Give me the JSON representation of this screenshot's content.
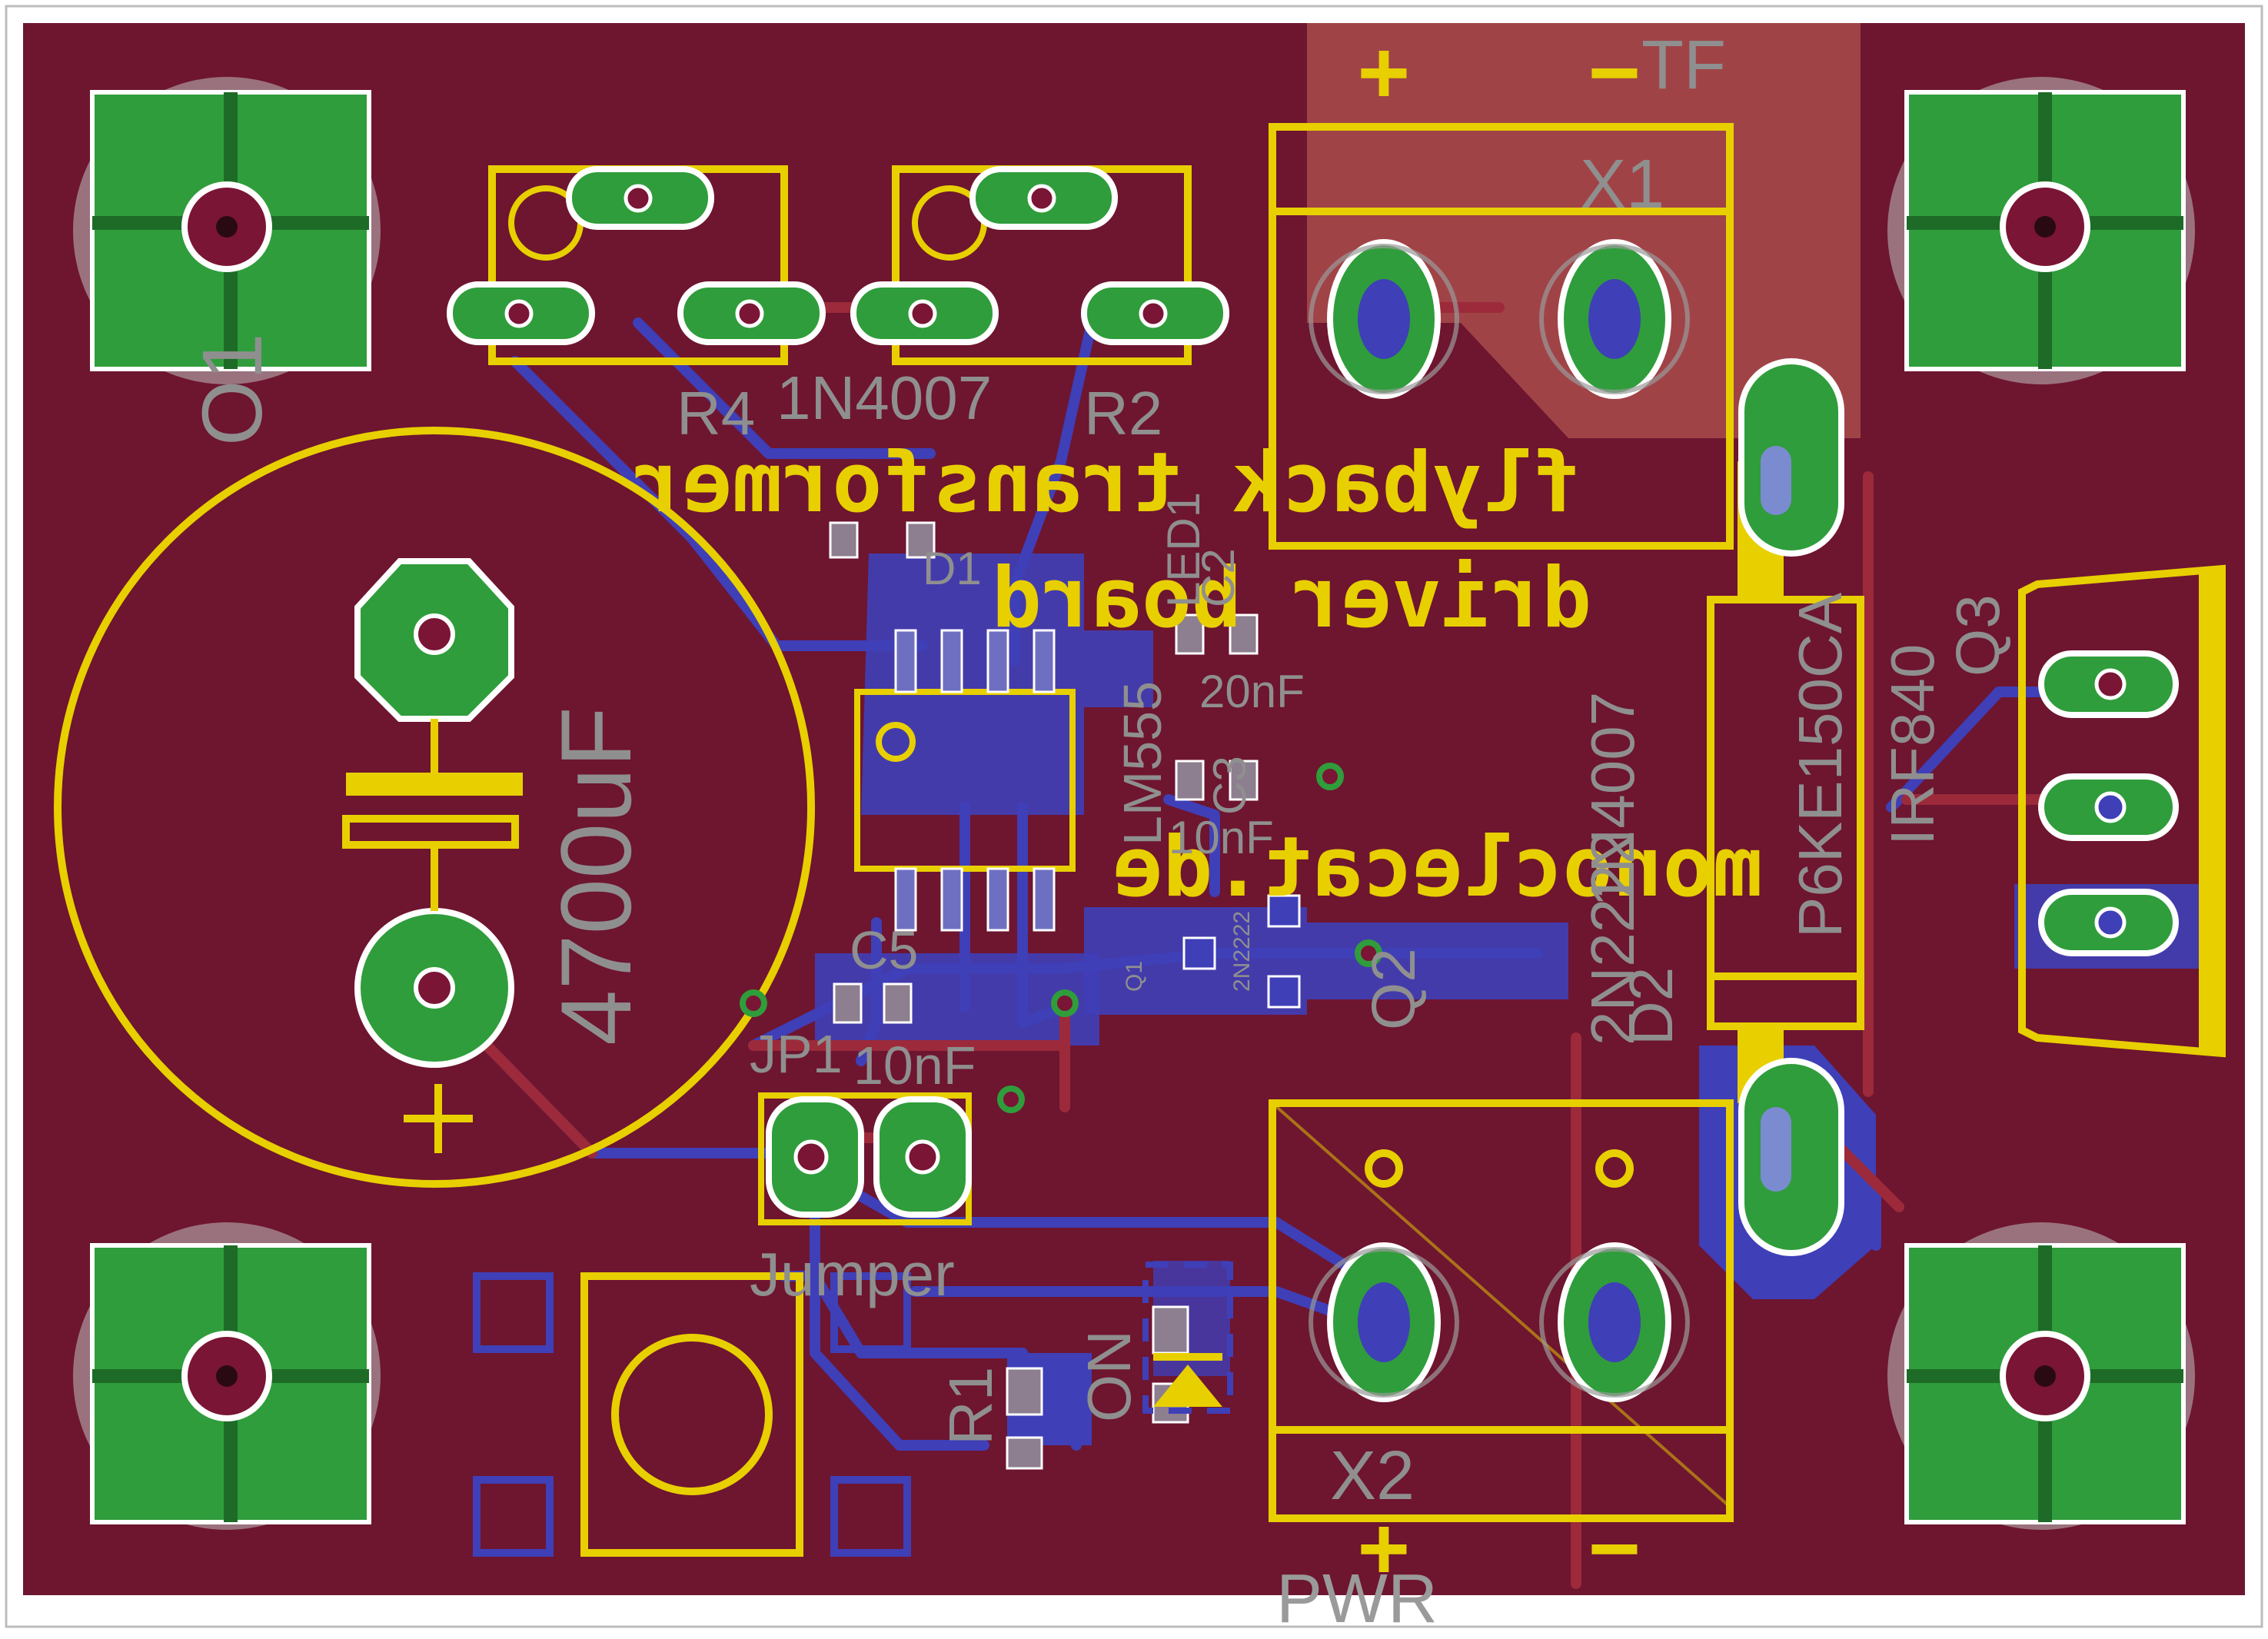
{
  "board": {
    "title_line1": "flyback transformer",
    "title_line2": "driver board",
    "website": "monoclecat.de"
  },
  "labels": {
    "x1": "X1",
    "x2": "X2",
    "plus": "+",
    "minus": "−",
    "tf": "TF",
    "pwr": "PWR",
    "r4": "R4",
    "r2": "R2",
    "r1": "R1",
    "diode_1n4007": "1N4007",
    "cap_4700": "4700uF",
    "o1": "O1",
    "jp1": "JP1",
    "jumper": "Jumper",
    "c5": "C5",
    "c5_val": "10nF",
    "c2": "C2",
    "c2_val": "20nF",
    "c3": "C3",
    "c3_val": "10nF",
    "lm555": "LM555",
    "q1": "Q1",
    "q2": "Q2",
    "q2_part": "2N2222",
    "small_2n2222": "2N2222",
    "d2": "D2",
    "d2_part": "1N4007",
    "q3": "Q3",
    "irf840": "IRF840",
    "p6ke": "P6KE150CA",
    "on": "ON",
    "led1": "LED1",
    "d1": "D1"
  },
  "colors": {
    "copper_top": "#6e1530",
    "copper_bottom": "#3f3fb8",
    "pad": "#2f9d3b",
    "silkscreen": "#e8cf00",
    "names": "#8f8f8f",
    "hole": "#7a1535"
  }
}
